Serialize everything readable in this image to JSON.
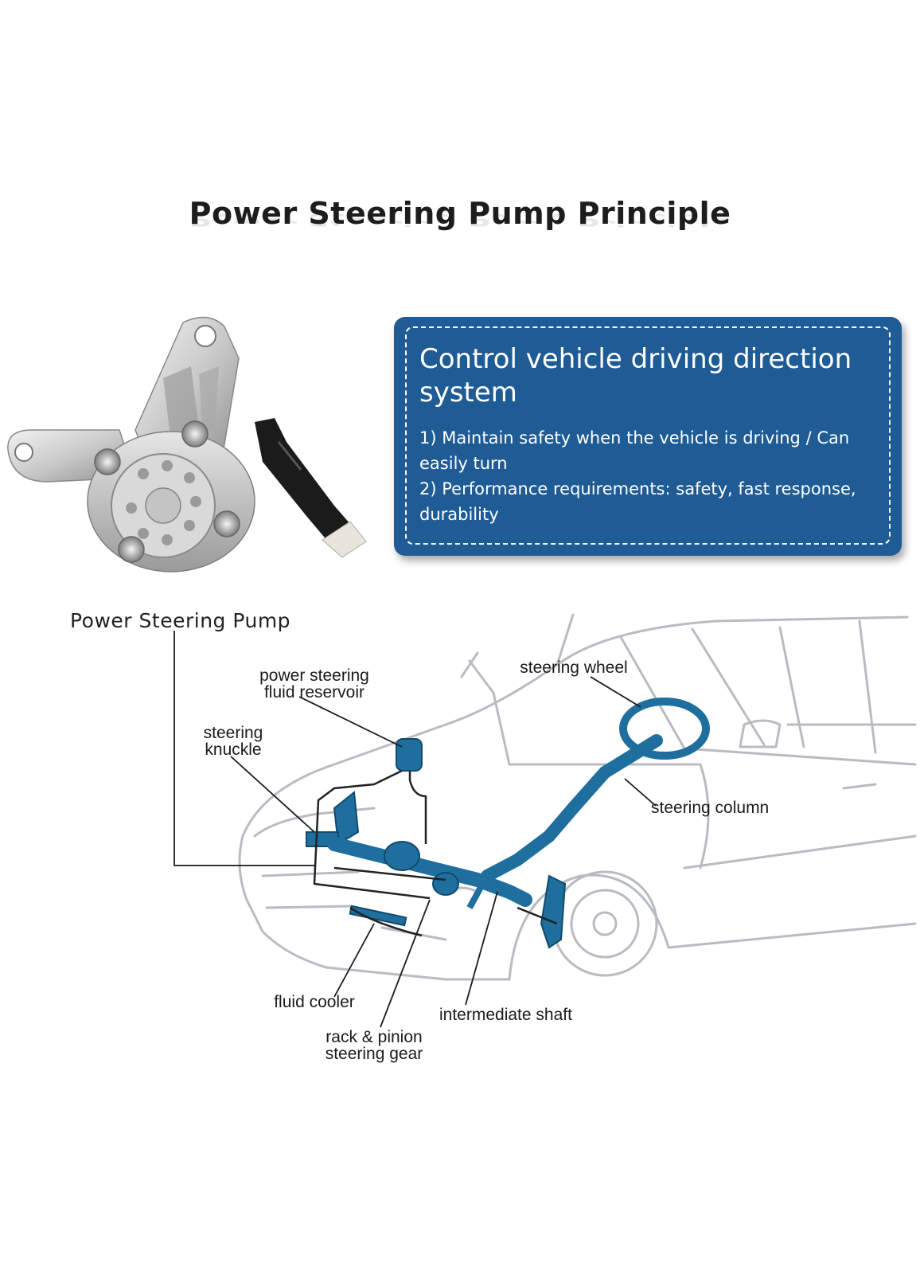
{
  "title": "Power Steering Pump Principle",
  "info_box": {
    "heading": "Control vehicle driving direction system",
    "lines": [
      "1) Maintain safety when the vehicle is driving / Can easily turn",
      "2) Performance requirements: safety, fast response, durability"
    ]
  },
  "pump_label": "Power Steering Pump",
  "diagram": {
    "labels": {
      "reservoir_l1": "power steering",
      "reservoir_l2": "fluid reservoir",
      "knuckle_l1": "steering",
      "knuckle_l2": "knuckle",
      "steering_wheel": "steering wheel",
      "steering_column": "steering column",
      "fluid_cooler": "fluid cooler",
      "intermediate_shaft": "intermediate shaft",
      "rack_l1": "rack & pinion",
      "rack_l2": "steering gear"
    }
  },
  "colors": {
    "accent_blue": "#1f5b95",
    "component_blue": "#1e6e9e",
    "outline_gray": "#b8bcc2"
  }
}
